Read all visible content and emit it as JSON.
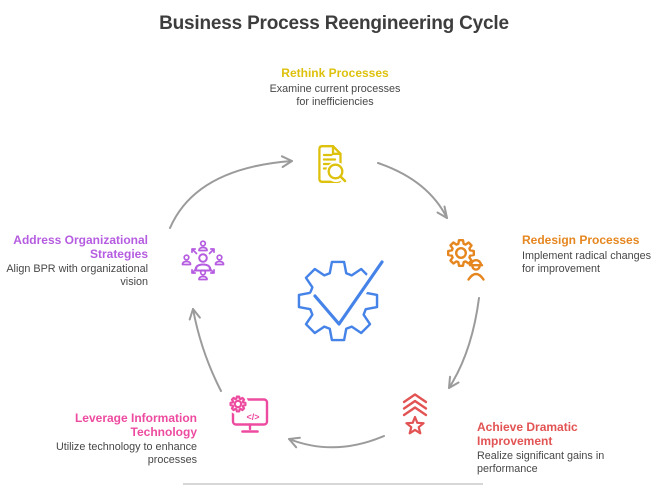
{
  "title": "Business Process Reengineering Cycle",
  "arrow_color": "#9b9b9b",
  "center": {
    "icon": "gear-checkmark-icon",
    "color": "#4583e8"
  },
  "stages": [
    {
      "name": "rethink-processes",
      "label": "Rethink Processes",
      "description": "Examine current processes\nfor inefficiencies",
      "color": "#ddc10c",
      "icon": "document-search-icon"
    },
    {
      "name": "redesign-processes",
      "label": "Redesign Processes",
      "description": "Implement radical changes\nfor improvement",
      "color": "#e5861f",
      "icon": "gear-engineer-icon"
    },
    {
      "name": "achieve-dramatic-improvement",
      "label": "Achieve Dramatic\nImprovement",
      "description": "Realize significant gains in\nperformance",
      "color": "#e25353",
      "icon": "star-rise-icon"
    },
    {
      "name": "leverage-information-technology",
      "label": "Leverage Information\nTechnology",
      "description": "Utilize technology to enhance\nprocesses",
      "color": "#ed4ba0",
      "icon": "monitor-code-gear-icon",
      "icon_glyph": "</>"
    },
    {
      "name": "address-organizational-strategies",
      "label": "Address Organizational\nStrategies",
      "description": "Align BPR with organizational\nvision",
      "color": "#b55ce0",
      "icon": "people-network-icon"
    }
  ]
}
